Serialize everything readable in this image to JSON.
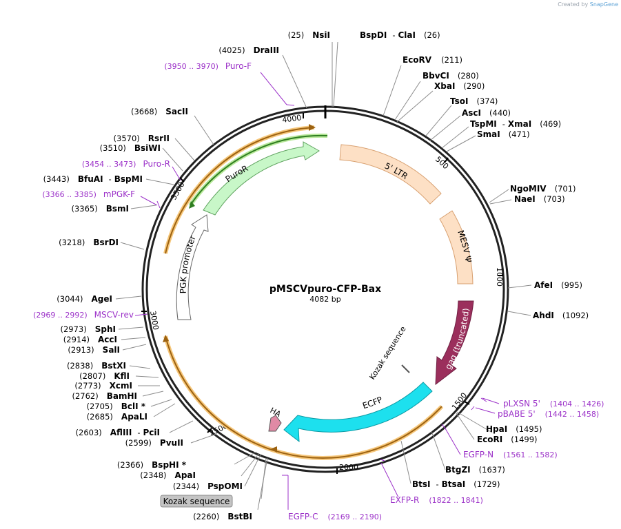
{
  "credit": {
    "prefix": "Created by",
    "brand": "SnapGene"
  },
  "plasmid": {
    "name": "pMSCVpuro-CFP-Bax",
    "size": "4082 bp"
  },
  "ticks": [
    "500",
    "1000",
    "1500",
    "2000",
    "2500",
    "3000",
    "3500",
    "4000"
  ],
  "features": [
    {
      "label": "5' LTR",
      "color": "#fde0c5"
    },
    {
      "label": "MESV Ψ",
      "color": "#fde0c5"
    },
    {
      "label": "gag (truncated)",
      "color": "#9b2f5c"
    },
    {
      "label": "Kozak sequence",
      "color": "#7f7f7f"
    },
    {
      "label": "ECFP",
      "color": "#1de0ee"
    },
    {
      "label": "HA",
      "color": "#e08aa5"
    },
    {
      "label": "PGK promoter",
      "color": "#ffffff"
    },
    {
      "label": "PuroR",
      "color": "#c8f7c8"
    }
  ],
  "enzymes": [
    {
      "name": "NsiI",
      "pos": "(25)"
    },
    {
      "name": "BspDI",
      "sep": "-",
      "name2": "ClaI",
      "pos": "(26)"
    },
    {
      "name": "EcoRV",
      "pos": "(211)"
    },
    {
      "name": "BbvCI",
      "pos": "(280)"
    },
    {
      "name": "XbaI",
      "pos": "(290)"
    },
    {
      "name": "TsoI",
      "pos": "(374)"
    },
    {
      "name": "AscI",
      "pos": "(440)"
    },
    {
      "name": "TspMI",
      "sep": "-",
      "name2": "XmaI",
      "pos": "(469)"
    },
    {
      "name": "SmaI",
      "pos": "(471)"
    },
    {
      "name": "NgoMIV",
      "pos": "(701)"
    },
    {
      "name": "NaeI",
      "pos": "(703)"
    },
    {
      "name": "AfeI",
      "pos": "(995)"
    },
    {
      "name": "AhdI",
      "pos": "(1092)"
    },
    {
      "name": "HpaI",
      "pos": "(1495)"
    },
    {
      "name": "EcoRI",
      "pos": "(1499)"
    },
    {
      "name": "BtgZI",
      "pos": "(1637)"
    },
    {
      "name": "BtsI",
      "sep": "-",
      "name2": "BtsaI",
      "pos": "(1729)"
    },
    {
      "name": "BstBI",
      "pos": "(2260)"
    },
    {
      "name": "PspOMI",
      "pos": "(2344)"
    },
    {
      "name": "ApaI",
      "pos": "(2348)"
    },
    {
      "name": "BspHI *",
      "pos": "(2366)"
    },
    {
      "name": "PvuII",
      "pos": "(2599)"
    },
    {
      "name": "AflIII",
      "sep": "-",
      "name2": "PciI",
      "pos": "(2603)"
    },
    {
      "name": "ApaLI",
      "pos": "(2685)"
    },
    {
      "name": "BclI *",
      "pos": "(2705)"
    },
    {
      "name": "BamHI",
      "pos": "(2762)"
    },
    {
      "name": "XcmI",
      "pos": "(2773)"
    },
    {
      "name": "KflI",
      "pos": "(2807)"
    },
    {
      "name": "BstXI",
      "pos": "(2838)"
    },
    {
      "name": "SalI",
      "pos": "(2913)"
    },
    {
      "name": "AccI",
      "pos": "(2914)"
    },
    {
      "name": "SphI",
      "pos": "(2973)"
    },
    {
      "name": "AgeI",
      "pos": "(3044)"
    },
    {
      "name": "BsrDI",
      "pos": "(3218)"
    },
    {
      "name": "BsmI",
      "pos": "(3365)"
    },
    {
      "name": "BfuAI",
      "sep": "-",
      "name2": "BspMI",
      "pos": "(3443)"
    },
    {
      "name": "BsiWI",
      "pos": "(3510)"
    },
    {
      "name": "RsrII",
      "pos": "(3570)"
    },
    {
      "name": "SacII",
      "pos": "(3668)"
    },
    {
      "name": "DraIII",
      "pos": "(4025)"
    }
  ],
  "primers": [
    {
      "name": "Puro-F",
      "range": "(3950 .. 3970)"
    },
    {
      "name": "Puro-R",
      "range": "(3454 .. 3473)"
    },
    {
      "name": "mPGK-F",
      "range": "(3366 .. 3385)"
    },
    {
      "name": "MSCV-rev",
      "range": "(2969 .. 2992)"
    },
    {
      "name": "pLXSN 5'",
      "range": "(1404 .. 1426)"
    },
    {
      "name": "pBABE 5'",
      "range": "(1442 .. 1458)"
    },
    {
      "name": "EGFP-N",
      "range": "(1561 .. 1582)"
    },
    {
      "name": "EXFP-R",
      "range": "(1822 .. 1841)"
    },
    {
      "name": "EGFP-C",
      "range": "(2169 .. 2190)"
    }
  ],
  "kozak_box": "Kozak sequence"
}
